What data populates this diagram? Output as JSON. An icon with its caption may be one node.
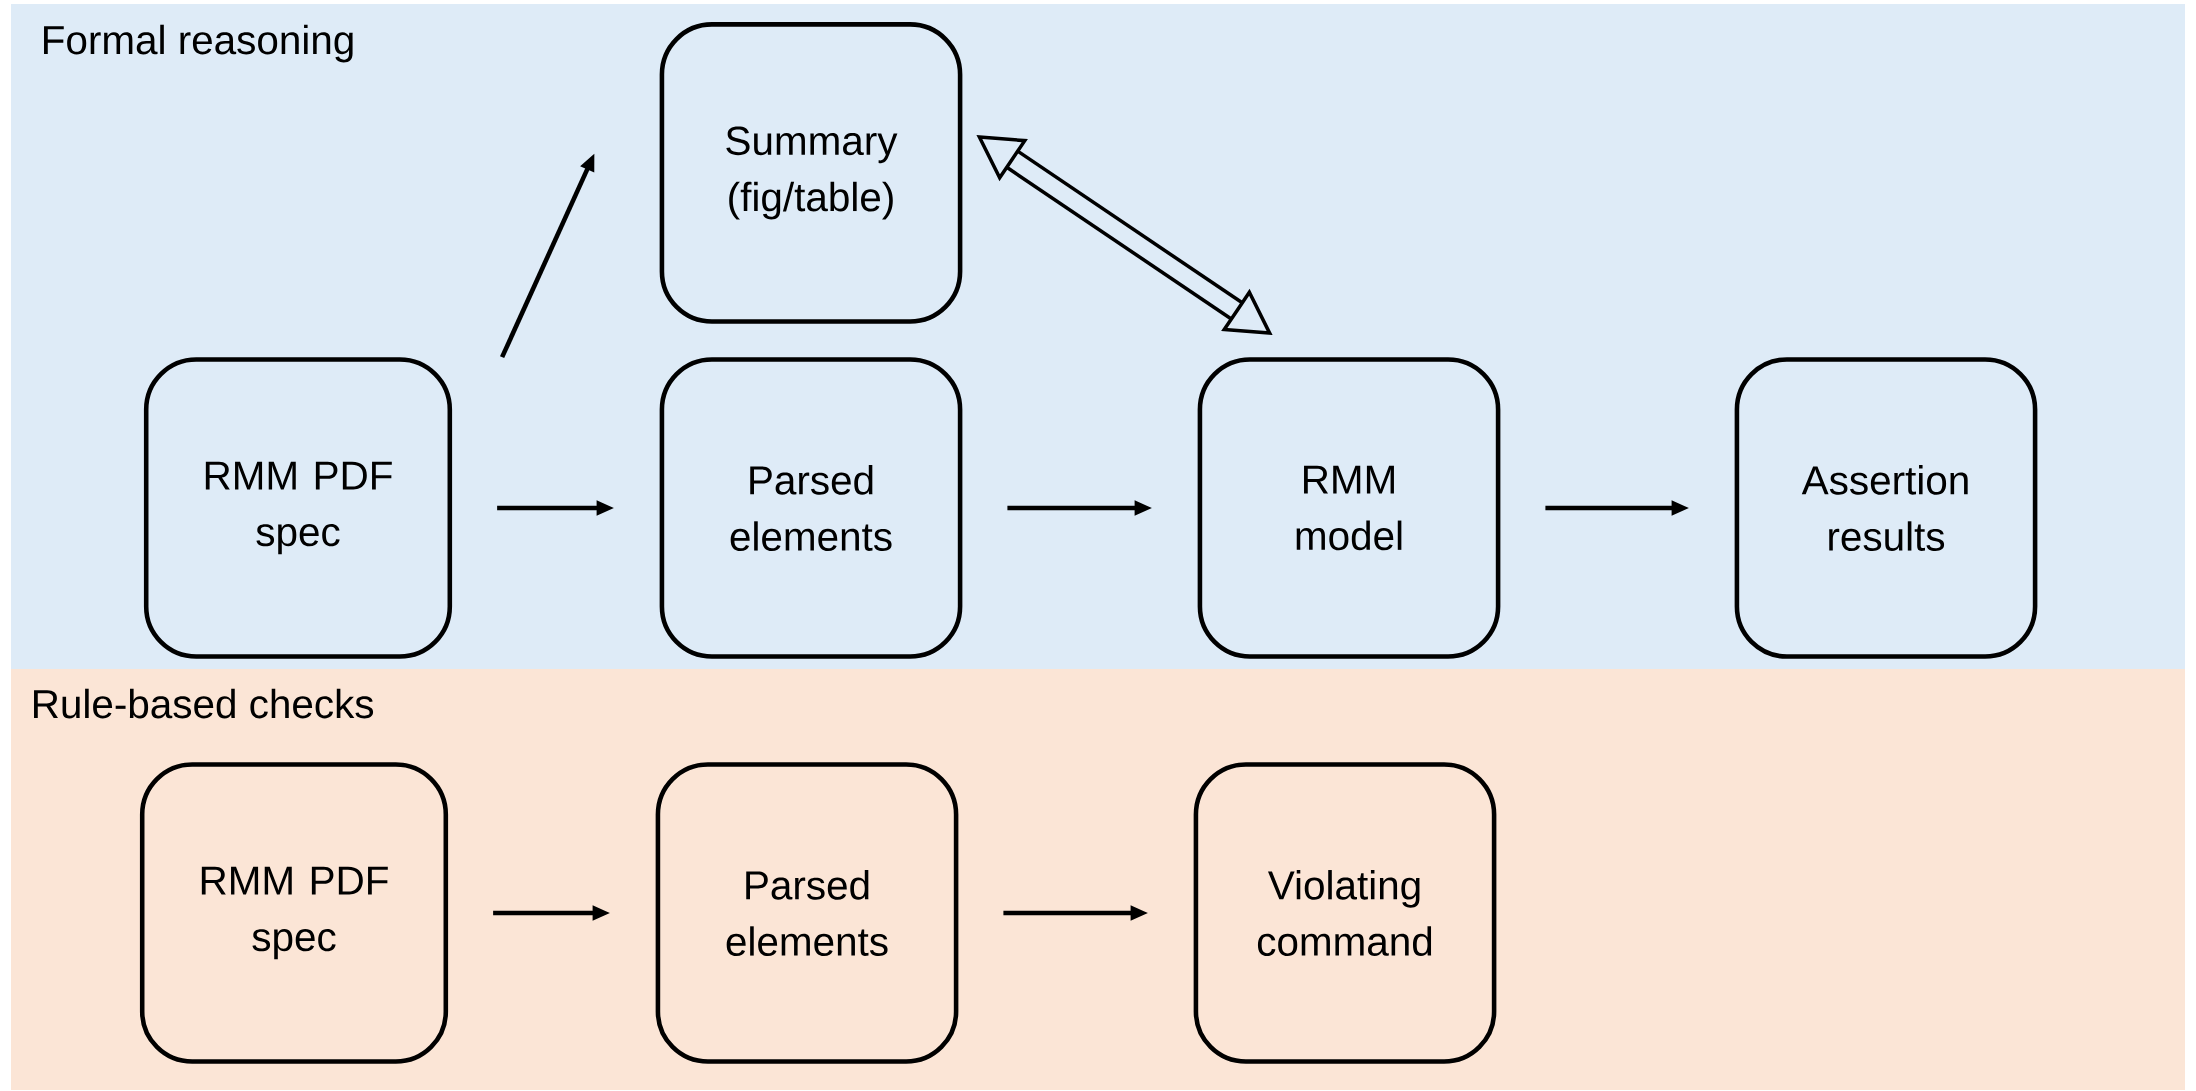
{
  "diagram": {
    "nodes": [
      {
        "text": [
          "Formal reasoning"
        ]
      },
      {
        "text": [
          "Summary (fig/table)"
        ],
        "in": 0
      },
      {
        "text": [
          "RMM PDF spec"
        ],
        "in": 0
      },
      {
        "text": [
          "Parsed elements"
        ],
        "in": 0
      },
      {
        "text": [
          "RMM model"
        ],
        "in": 0
      },
      {
        "text": [
          "Assertion results"
        ],
        "in": 0
      },
      {
        "text": [
          "Rule-based checks"
        ]
      },
      {
        "text": [
          "RMM PDF spec"
        ],
        "in": 6
      },
      {
        "text": [
          "Parsed elements"
        ],
        "in": 6
      },
      {
        "text": [
          "Violating command"
        ],
        "in": 6
      }
    ],
    "edges": [
      {
        "from": 2,
        "to": 1,
        "arrow": "to"
      },
      {
        "from": 2,
        "to": 3,
        "arrow": "to"
      },
      {
        "from": 3,
        "to": 4,
        "arrow": "to"
      },
      {
        "from": 4,
        "to": 5,
        "arrow": "to"
      },
      {
        "from": 1,
        "to": 4,
        "arrow": "both",
        "style": "thick"
      },
      {
        "from": 7,
        "to": 8,
        "arrow": "to"
      },
      {
        "from": 8,
        "to": 9,
        "arrow": "to"
      }
    ]
  }
}
